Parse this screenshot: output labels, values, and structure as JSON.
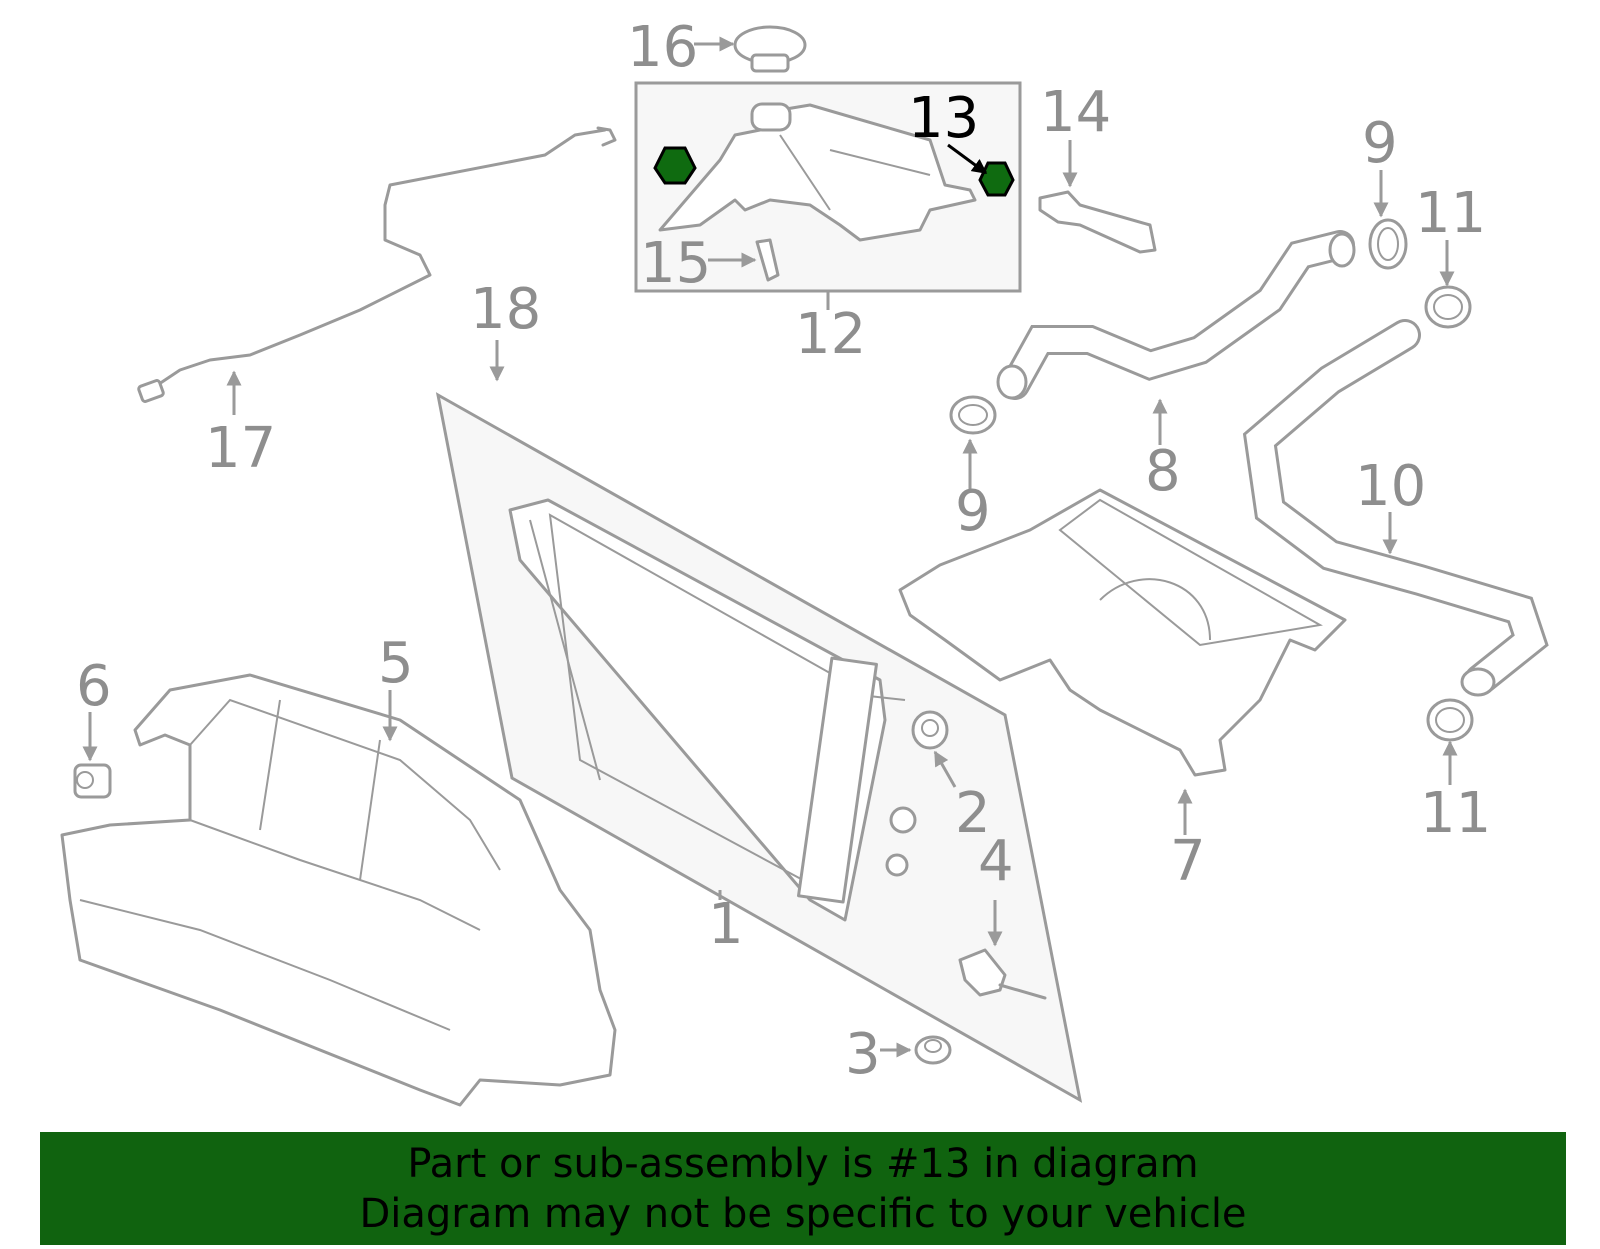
{
  "callouts": [
    {
      "id": "1",
      "text": "1"
    },
    {
      "id": "2",
      "text": "2"
    },
    {
      "id": "3",
      "text": "3"
    },
    {
      "id": "4",
      "text": "4"
    },
    {
      "id": "5",
      "text": "5"
    },
    {
      "id": "6",
      "text": "6"
    },
    {
      "id": "7",
      "text": "7"
    },
    {
      "id": "8",
      "text": "8"
    },
    {
      "id": "9a",
      "text": "9"
    },
    {
      "id": "9b",
      "text": "9"
    },
    {
      "id": "10",
      "text": "10"
    },
    {
      "id": "11a",
      "text": "11"
    },
    {
      "id": "11b",
      "text": "11"
    },
    {
      "id": "12",
      "text": "12"
    },
    {
      "id": "13",
      "text": "13"
    },
    {
      "id": "14",
      "text": "14"
    },
    {
      "id": "15",
      "text": "15"
    },
    {
      "id": "16",
      "text": "16"
    },
    {
      "id": "17",
      "text": "17"
    },
    {
      "id": "18",
      "text": "18"
    }
  ],
  "highlighted_part": "13",
  "colors": {
    "highlight": "#0f6b10",
    "banner": "#10630f",
    "line": "#9a9a9a"
  },
  "banner": {
    "line1": "Part or sub-assembly is #13 in diagram",
    "line2": "Diagram may not be specific to your vehicle"
  }
}
